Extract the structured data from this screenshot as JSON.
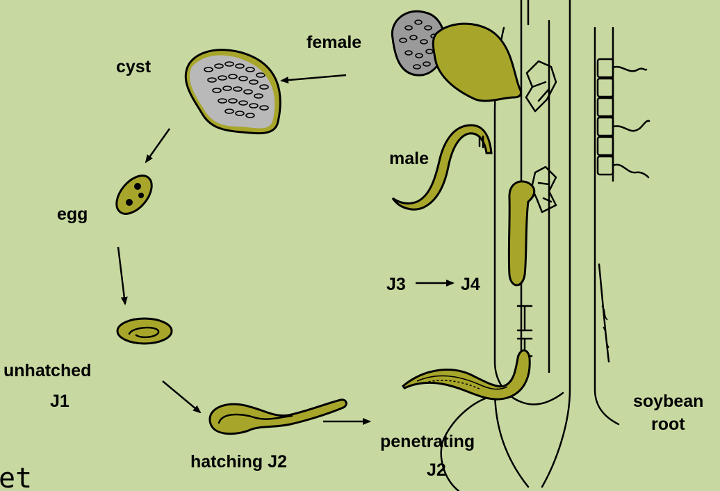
{
  "labels": {
    "female": "female",
    "cyst": "cyst",
    "male": "male",
    "egg": "egg",
    "j3": "J3",
    "j4": "J4",
    "unhatched": "unhatched",
    "j1": "J1",
    "hatching_j2": "hatching J2",
    "penetrating": "penetrating",
    "penetrating_j2": "J2",
    "soybean": "soybean",
    "root": "root",
    "partial_text": "et"
  },
  "colors": {
    "background": "#c7d9a1",
    "nematode_fill": "#a7a62b",
    "egg_mass": "#9a9a9a",
    "outline": "#000000"
  }
}
